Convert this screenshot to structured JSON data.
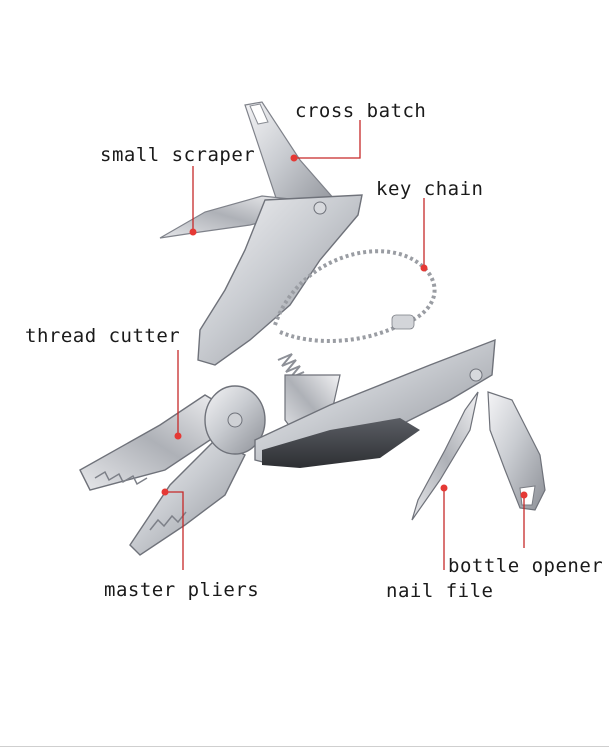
{
  "colors": {
    "background": "#ffffff",
    "callout_line": "#c62828",
    "marker_dot": "#e53935",
    "steel_light": "#e9e9ec",
    "steel_mid": "#b9bcc2",
    "steel_dark": "#6e7179",
    "text": "#1a1a1a"
  },
  "labels": {
    "cross_batch": "cross batch",
    "small_scraper": "small scraper",
    "key_chain": "key chain",
    "thread_cutter": "thread cutter",
    "master_pliers": "master pliers",
    "nail_file": "nail file",
    "bottle_opener": "bottle opener"
  },
  "icons": [
    "multitool-illustration",
    "key-chain-beads"
  ]
}
